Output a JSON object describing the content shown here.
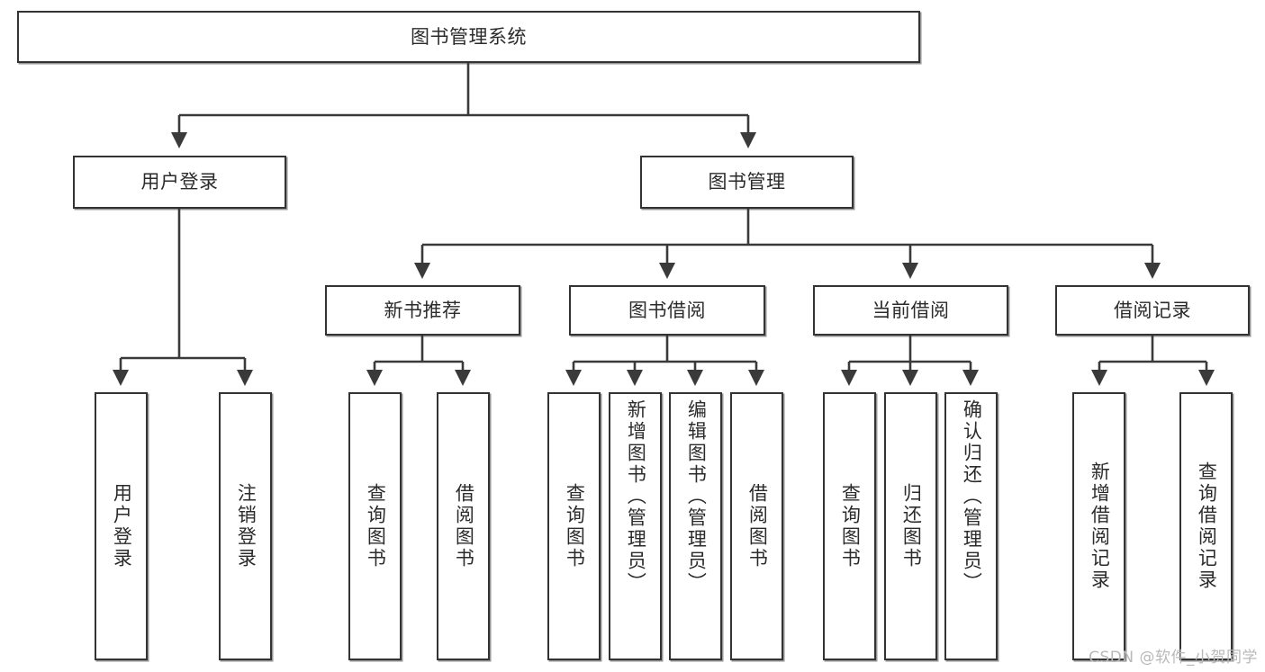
{
  "diagram": {
    "title": "图书管理系统",
    "watermark": "CSDN @软件_小贺同学",
    "level1": {
      "id": "root",
      "label": "图书管理系统"
    },
    "level2": [
      {
        "id": "user-login",
        "label": "用户登录"
      },
      {
        "id": "book-management",
        "label": "图书管理"
      }
    ],
    "level3": [
      {
        "id": "new-book-recommend",
        "label": "新书推荐"
      },
      {
        "id": "book-borrow",
        "label": "图书借阅"
      },
      {
        "id": "current-borrow",
        "label": "当前借阅"
      },
      {
        "id": "borrow-record",
        "label": "借阅记录"
      }
    ],
    "leaves": {
      "user_login": [
        {
          "id": "leaf-user-login",
          "label": "用户登录"
        },
        {
          "id": "leaf-logout-login",
          "label": "注销登录"
        }
      ],
      "new_book_recommend": [
        {
          "id": "leaf-query-book-1",
          "label": "查询图书"
        },
        {
          "id": "leaf-borrow-book-1",
          "label": "借阅图书"
        }
      ],
      "book_borrow": [
        {
          "id": "leaf-query-book-2",
          "label": "查询图书"
        },
        {
          "id": "leaf-add-book",
          "label": "新增图书（管理员）"
        },
        {
          "id": "leaf-edit-book",
          "label": "编辑图书（管理员）"
        },
        {
          "id": "leaf-borrow-book-2",
          "label": "借阅图书"
        }
      ],
      "current_borrow": [
        {
          "id": "leaf-query-book-3",
          "label": "查询图书"
        },
        {
          "id": "leaf-return-book",
          "label": "归还图书"
        },
        {
          "id": "leaf-confirm-return",
          "label": "确认归还（管理员）"
        }
      ],
      "borrow_record": [
        {
          "id": "leaf-add-record",
          "label": "新增借阅记录"
        },
        {
          "id": "leaf-query-record",
          "label": "查询借阅记录"
        }
      ]
    }
  }
}
